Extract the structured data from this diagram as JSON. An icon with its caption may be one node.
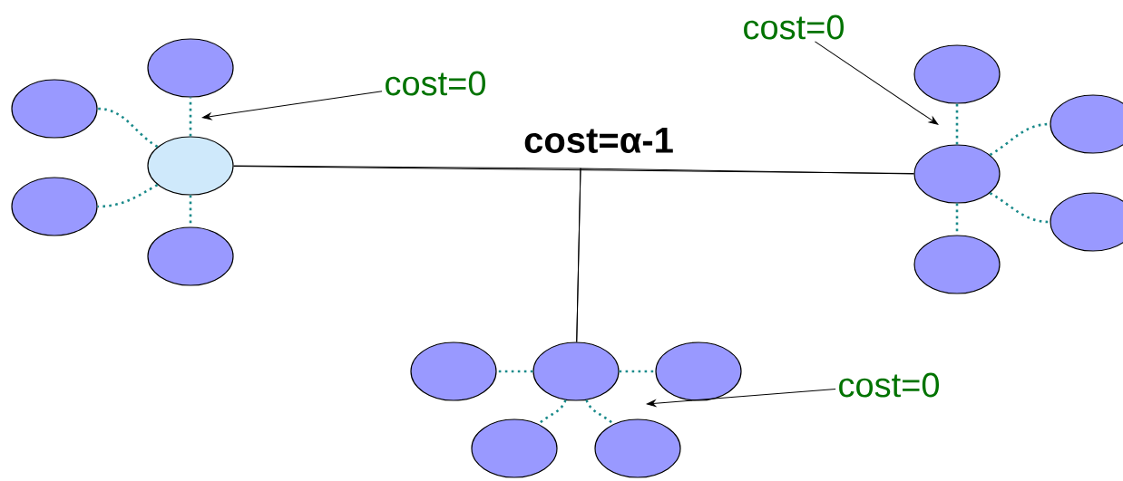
{
  "diagram": {
    "nodes": [
      {
        "text": [],
        "shape": "ellipse"
      },
      {
        "text": [],
        "shape": "ellipse"
      },
      {
        "text": [],
        "shape": "ellipse"
      },
      {
        "text": [],
        "shape": "ellipse"
      },
      {
        "text": [],
        "shape": "ellipse"
      },
      {
        "text": [
          "cost=0"
        ]
      },
      {
        "text": [
          "cost=0"
        ]
      },
      {
        "text": [],
        "shape": "ellipse"
      },
      {
        "text": [],
        "shape": "ellipse"
      },
      {
        "text": [],
        "shape": "ellipse"
      },
      {
        "text": [],
        "shape": "ellipse"
      },
      {
        "text": [],
        "shape": "ellipse"
      },
      {
        "text": [],
        "shape": "ellipse"
      },
      {
        "text": [],
        "shape": "ellipse"
      },
      {
        "text": [],
        "shape": "ellipse"
      },
      {
        "text": [
          "cost=0"
        ]
      },
      {
        "text": [],
        "shape": "ellipse"
      },
      {
        "text": [],
        "shape": "ellipse"
      }
    ],
    "edges": [
      {
        "from": 2,
        "to": 9,
        "arrow": "none",
        "label": "cost=α-1",
        "color": "#000000"
      },
      {
        "from": 2,
        "to": 13,
        "arrow": "none",
        "color": "#000000"
      },
      {
        "from": 9,
        "to": 13,
        "arrow": "none",
        "color": "#000000"
      },
      {
        "from": 2,
        "to": 0,
        "arrow": "none",
        "style": "dashed"
      },
      {
        "from": 2,
        "to": 1,
        "arrow": "none",
        "style": "dashed"
      },
      {
        "from": 2,
        "to": 3,
        "arrow": "none",
        "style": "dashed"
      },
      {
        "from": 2,
        "to": 4,
        "arrow": "none",
        "style": "dashed"
      },
      {
        "from": 9,
        "to": 7,
        "arrow": "none",
        "style": "dashed"
      },
      {
        "from": 9,
        "to": 8,
        "arrow": "none",
        "style": "dashed"
      },
      {
        "from": 9,
        "to": 10,
        "arrow": "none",
        "style": "dashed"
      },
      {
        "from": 9,
        "to": 11,
        "arrow": "none",
        "style": "dashed"
      },
      {
        "from": 13,
        "to": 12,
        "arrow": "none",
        "style": "dashed"
      },
      {
        "from": 13,
        "to": 14,
        "arrow": "none",
        "style": "dashed"
      },
      {
        "from": 13,
        "to": 16,
        "arrow": "none",
        "style": "dashed"
      },
      {
        "from": 13,
        "to": 17,
        "arrow": "none",
        "style": "dashed"
      },
      {
        "from": 5,
        "to": null,
        "arrow": "to",
        "color": "#000000"
      },
      {
        "from": 6,
        "to": null,
        "arrow": "to",
        "color": "#000000"
      },
      {
        "from": 15,
        "to": null,
        "arrow": "to",
        "color": "#000000"
      }
    ]
  }
}
